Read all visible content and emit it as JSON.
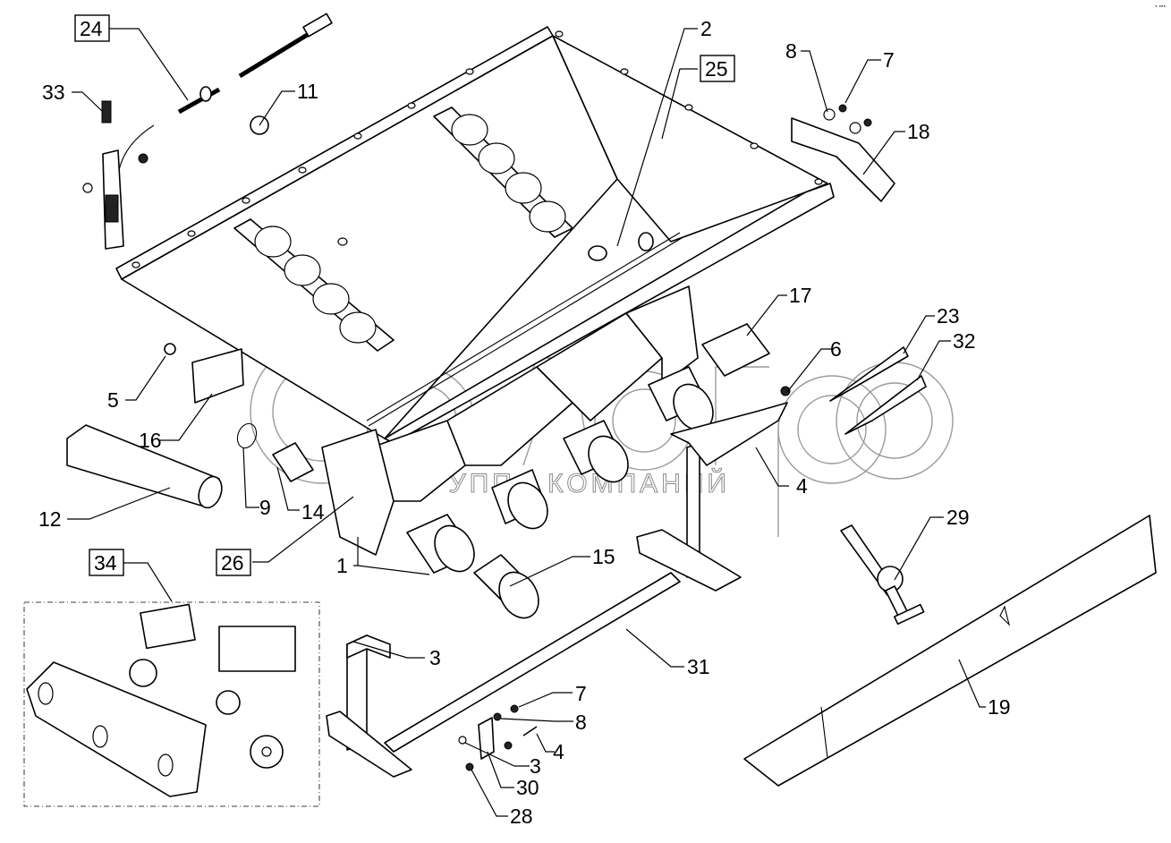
{
  "diagram": {
    "type": "exploded parts diagram",
    "corner_mark": "▪ ▪▪▪",
    "watermark": {
      "logo_text": "белагро",
      "subtitle": "ГРУППА КОМПАНИЙ"
    },
    "callouts": [
      {
        "id": "c1",
        "number": "1",
        "boxed": false
      },
      {
        "id": "c2",
        "number": "2",
        "boxed": false
      },
      {
        "id": "c3a",
        "number": "3",
        "boxed": false
      },
      {
        "id": "c3b",
        "number": "3",
        "boxed": false
      },
      {
        "id": "c4a",
        "number": "4",
        "boxed": false
      },
      {
        "id": "c4b",
        "number": "4",
        "boxed": false
      },
      {
        "id": "c5",
        "number": "5",
        "boxed": false
      },
      {
        "id": "c6",
        "number": "6",
        "boxed": false
      },
      {
        "id": "c7a",
        "number": "7",
        "boxed": false
      },
      {
        "id": "c7b",
        "number": "7",
        "boxed": false
      },
      {
        "id": "c8a",
        "number": "8",
        "boxed": false
      },
      {
        "id": "c8b",
        "number": "8",
        "boxed": false
      },
      {
        "id": "c9",
        "number": "9",
        "boxed": false
      },
      {
        "id": "c11",
        "number": "11",
        "boxed": false
      },
      {
        "id": "c12",
        "number": "12",
        "boxed": false
      },
      {
        "id": "c14",
        "number": "14",
        "boxed": false
      },
      {
        "id": "c15",
        "number": "15",
        "boxed": false
      },
      {
        "id": "c16",
        "number": "16",
        "boxed": false
      },
      {
        "id": "c17",
        "number": "17",
        "boxed": false
      },
      {
        "id": "c18",
        "number": "18",
        "boxed": false
      },
      {
        "id": "c19",
        "number": "19",
        "boxed": false
      },
      {
        "id": "c23",
        "number": "23",
        "boxed": false
      },
      {
        "id": "c24",
        "number": "24",
        "boxed": true
      },
      {
        "id": "c25",
        "number": "25",
        "boxed": true
      },
      {
        "id": "c26",
        "number": "26",
        "boxed": true
      },
      {
        "id": "c28",
        "number": "28",
        "boxed": false
      },
      {
        "id": "c29",
        "number": "29",
        "boxed": false
      },
      {
        "id": "c30",
        "number": "30",
        "boxed": false
      },
      {
        "id": "c31",
        "number": "31",
        "boxed": false
      },
      {
        "id": "c32",
        "number": "32",
        "boxed": false
      },
      {
        "id": "c33",
        "number": "33",
        "boxed": false
      },
      {
        "id": "c34",
        "number": "34",
        "boxed": true
      }
    ]
  }
}
